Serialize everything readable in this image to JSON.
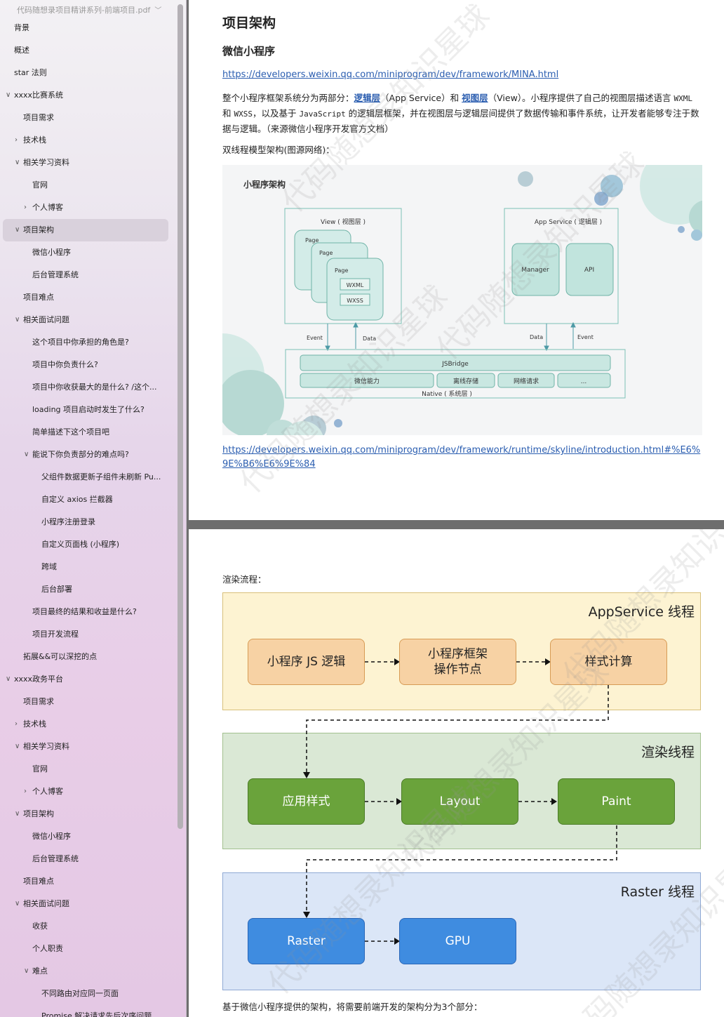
{
  "sidebar": {
    "title": "代码随想录项目精讲系列-前端项目.pdf",
    "outline": [
      {
        "label": "背景",
        "level": 0,
        "toggle": ""
      },
      {
        "label": "概述",
        "level": 0,
        "toggle": ""
      },
      {
        "label": "star 法则",
        "level": 0,
        "toggle": ""
      },
      {
        "label": "xxxx比赛系统",
        "level": 0,
        "toggle": "open"
      },
      {
        "label": "项目需求",
        "level": 1,
        "toggle": ""
      },
      {
        "label": "技术栈",
        "level": 1,
        "toggle": "closed"
      },
      {
        "label": "相关学习资料",
        "level": 1,
        "toggle": "open"
      },
      {
        "label": "官网",
        "level": 2,
        "toggle": ""
      },
      {
        "label": "个人博客",
        "level": 2,
        "toggle": "closed"
      },
      {
        "label": "项目架构",
        "level": 1,
        "toggle": "open",
        "active": true
      },
      {
        "label": "微信小程序",
        "level": 2,
        "toggle": ""
      },
      {
        "label": "后台管理系统",
        "level": 2,
        "toggle": ""
      },
      {
        "label": "项目难点",
        "level": 1,
        "toggle": ""
      },
      {
        "label": "相关面试问题",
        "level": 1,
        "toggle": "open"
      },
      {
        "label": "这个项目中你承担的角色是?",
        "level": 2,
        "toggle": ""
      },
      {
        "label": "项目中你负责什么?",
        "level": 2,
        "toggle": ""
      },
      {
        "label": "项目中你收获最大的是什么? /这个...",
        "level": 2,
        "toggle": ""
      },
      {
        "label": "loading 项目启动时发生了什么?",
        "level": 2,
        "toggle": ""
      },
      {
        "label": "简单描述下这个项目吧",
        "level": 2,
        "toggle": ""
      },
      {
        "label": "能说下你负责部分的难点吗?",
        "level": 2,
        "toggle": "open"
      },
      {
        "label": "父组件数据更新子组件未刷新 Pu...",
        "level": 3,
        "toggle": ""
      },
      {
        "label": "自定义 axios 拦截器",
        "level": 3,
        "toggle": ""
      },
      {
        "label": "小程序注册登录",
        "level": 3,
        "toggle": ""
      },
      {
        "label": "自定义页面栈 (小程序)",
        "level": 3,
        "toggle": ""
      },
      {
        "label": "跨域",
        "level": 3,
        "toggle": ""
      },
      {
        "label": "后台部署",
        "level": 3,
        "toggle": ""
      },
      {
        "label": "项目最终的结果和收益是什么?",
        "level": 2,
        "toggle": ""
      },
      {
        "label": "项目开发流程",
        "level": 2,
        "toggle": ""
      },
      {
        "label": "拓展&&可以深挖的点",
        "level": 1,
        "toggle": ""
      },
      {
        "label": "xxxx政务平台",
        "level": 0,
        "toggle": "open"
      },
      {
        "label": "项目需求",
        "level": 1,
        "toggle": ""
      },
      {
        "label": "技术栈",
        "level": 1,
        "toggle": "closed"
      },
      {
        "label": "相关学习资料",
        "level": 1,
        "toggle": "open"
      },
      {
        "label": "官网",
        "level": 2,
        "toggle": ""
      },
      {
        "label": "个人博客",
        "level": 2,
        "toggle": "closed"
      },
      {
        "label": "项目架构",
        "level": 1,
        "toggle": "open"
      },
      {
        "label": "微信小程序",
        "level": 2,
        "toggle": ""
      },
      {
        "label": "后台管理系统",
        "level": 2,
        "toggle": ""
      },
      {
        "label": "项目难点",
        "level": 1,
        "toggle": ""
      },
      {
        "label": "相关面试问题",
        "level": 1,
        "toggle": "open"
      },
      {
        "label": "收获",
        "level": 2,
        "toggle": ""
      },
      {
        "label": "个人职责",
        "level": 2,
        "toggle": ""
      },
      {
        "label": "难点",
        "level": 2,
        "toggle": "open"
      },
      {
        "label": "不同路由对应同一页面",
        "level": 3,
        "toggle": ""
      },
      {
        "label": "Promise 解决请求先后次序问题",
        "level": 3,
        "toggle": ""
      }
    ]
  },
  "page1": {
    "heading": "项目架构",
    "subheading": "微信小程序",
    "link1": "https://developers.weixin.qq.com/miniprogram/dev/framework/MINA.html",
    "para1": {
      "t1": "整个小程序框架系统分为两部分：",
      "kw1": "逻辑层",
      "t2": "（App Service）和 ",
      "kw2": "视图层",
      "t3": "（View）。小程序提供了自己的视图层描述语言 ",
      "c1": "WXML",
      "t4": " 和 ",
      "c2": "WXSS",
      "t5": "，以及基于 ",
      "c3": "JavaScript",
      "t6": " 的逻辑层框架，并在视图层与逻辑层间提供了数据传输和事件系统，让开发者能够专注于数据与逻辑。（来源微信小程序开发官方文档）"
    },
    "para2": "双线程模型架构(图源网络)：",
    "link2": "https://developers.weixin.qq.com/miniprogram/dev/framework/runtime/skyline/introduction.html#%E6%9E%B6%E6%9E%84",
    "arch": {
      "title": "小程序架构",
      "view_label": "View ( 视图层 )",
      "service_label": "App Service ( 逻辑层 )",
      "page": "Page",
      "wxml": "WXML",
      "wxss": "WXSS",
      "manager": "Manager",
      "api": "API",
      "event": "Event",
      "data": "Data",
      "jsbridge": "JSBridge",
      "native_items": [
        "微信能力",
        "离线存储",
        "网络请求",
        "..."
      ],
      "native_label": "Native ( 系统层 )"
    }
  },
  "page2": {
    "render_label": "渲染流程：",
    "app_thread": {
      "title": "AppService 线程",
      "nodes": [
        "小程序 JS 逻辑",
        "小程序框架\n操作节点",
        "样式计算"
      ]
    },
    "render_thread": {
      "title": "渲染线程",
      "nodes": [
        "应用样式",
        "Layout",
        "Paint"
      ]
    },
    "raster_thread": {
      "title": "Raster 线程",
      "nodes": [
        "Raster",
        "GPU"
      ]
    },
    "footer": "基于微信小程序提供的架构，将需要前端开发的架构分为3个部分："
  },
  "watermark": "代码随想录知识星球"
}
